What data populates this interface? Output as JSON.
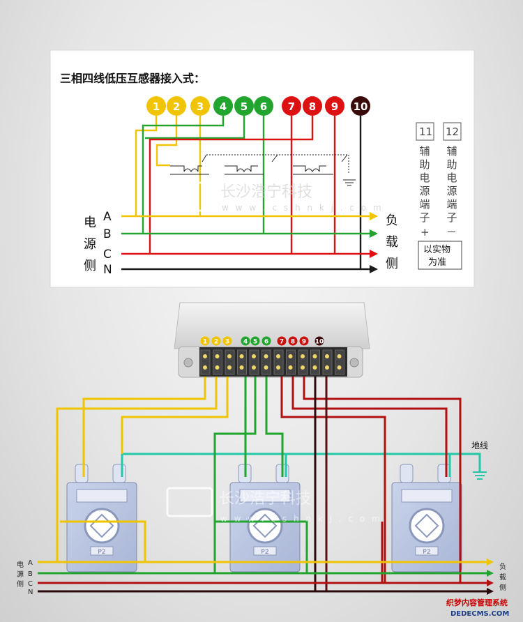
{
  "top_diagram": {
    "title": "三相四线低压互感器接入式：",
    "terminals": [
      {
        "num": "1",
        "color": "#f0c400"
      },
      {
        "num": "2",
        "color": "#f0c400"
      },
      {
        "num": "3",
        "color": "#f0c400"
      },
      {
        "num": "4",
        "color": "#22a52e"
      },
      {
        "num": "5",
        "color": "#22a52e"
      },
      {
        "num": "6",
        "color": "#22a52e"
      },
      {
        "num": "7",
        "color": "#dd1111"
      },
      {
        "num": "8",
        "color": "#dd1111"
      },
      {
        "num": "9",
        "color": "#dd1111"
      },
      {
        "num": "10",
        "color": "#3a0a0a"
      }
    ],
    "source_side": [
      "电",
      "源",
      "侧"
    ],
    "load_side": [
      "负",
      "载",
      "侧"
    ],
    "phases": [
      "A",
      "B",
      "C",
      "N"
    ],
    "aux_terminals": [
      "11",
      "12"
    ],
    "aux_label_chars": [
      "辅",
      "助",
      "电",
      "源",
      "端",
      "子"
    ],
    "aux_signs": [
      "+",
      "－"
    ],
    "note_line1": "以实物",
    "note_line2": "为准"
  },
  "bottom_diagram": {
    "meter_terminals": [
      "1",
      "2",
      "3",
      "4",
      "5",
      "6",
      "7",
      "8",
      "9",
      "10"
    ],
    "ground_label": "地线",
    "ct_label": "P2",
    "source_side": [
      "电",
      "源",
      "侧"
    ],
    "load_side": [
      "负",
      "载",
      "侧"
    ],
    "phases": [
      "A",
      "B",
      "C",
      "N"
    ]
  },
  "watermark": {
    "text": "长沙浩宁科技",
    "url": "w w w . c s h n k j . c o m"
  },
  "corner": {
    "line1": "织梦内容管理系统",
    "line2": "DEDECMS.COM"
  },
  "colors": {
    "phase_a": "#f0c400",
    "phase_b": "#22a52e",
    "phase_c": "#dd1111",
    "neutral": "#1a1a1a",
    "ground": "#22c8a8"
  }
}
